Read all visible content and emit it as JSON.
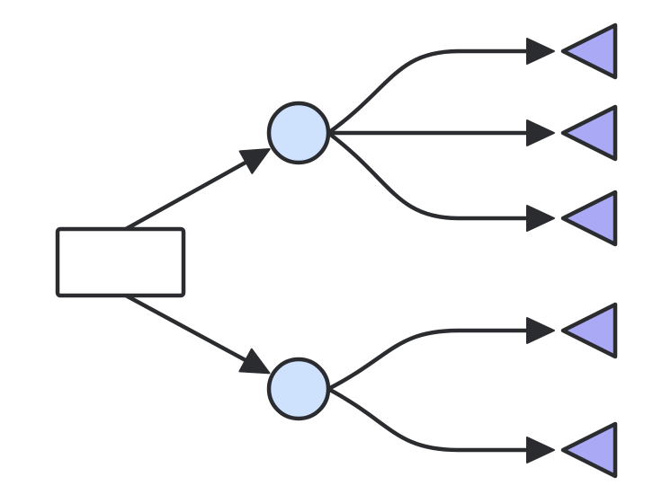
{
  "diagram": {
    "type": "decision-tree",
    "colors": {
      "stroke": "#2a2c30",
      "background": "#ffffff",
      "decision_fill": "#ffffff",
      "chance_fill": "#cfe2fd",
      "terminal_fill": "#a9a9f5"
    },
    "nodes": [
      {
        "id": "decision",
        "kind": "decision",
        "label": ""
      },
      {
        "id": "chance-1",
        "kind": "chance",
        "label": ""
      },
      {
        "id": "chance-2",
        "kind": "chance",
        "label": ""
      },
      {
        "id": "terminal-1",
        "kind": "terminal",
        "label": ""
      },
      {
        "id": "terminal-2",
        "kind": "terminal",
        "label": ""
      },
      {
        "id": "terminal-3",
        "kind": "terminal",
        "label": ""
      },
      {
        "id": "terminal-4",
        "kind": "terminal",
        "label": ""
      },
      {
        "id": "terminal-5",
        "kind": "terminal",
        "label": ""
      }
    ],
    "edges": [
      {
        "from": "decision",
        "to": "chance-1"
      },
      {
        "from": "decision",
        "to": "chance-2"
      },
      {
        "from": "chance-1",
        "to": "terminal-1"
      },
      {
        "from": "chance-1",
        "to": "terminal-2"
      },
      {
        "from": "chance-1",
        "to": "terminal-3"
      },
      {
        "from": "chance-2",
        "to": "terminal-4"
      },
      {
        "from": "chance-2",
        "to": "terminal-5"
      }
    ]
  }
}
